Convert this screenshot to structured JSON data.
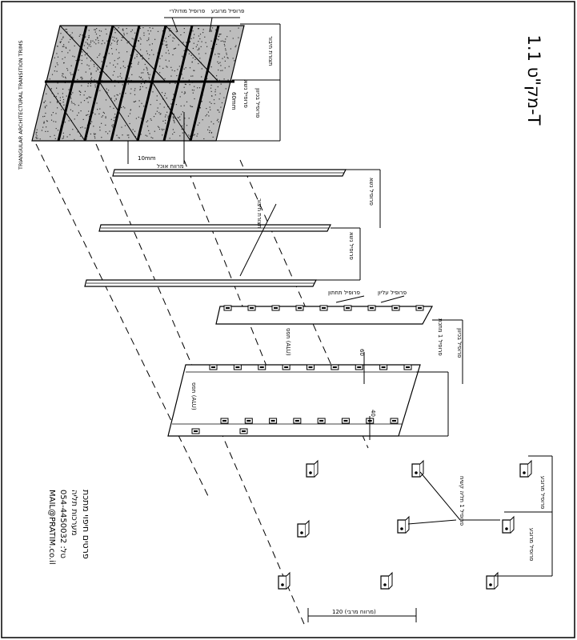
{
  "sheet": {
    "drawing_number": "מק\"ט 1.1-T",
    "company_lines": [
      "פרטים חיפוי מתכת",
      "מערכות תליה",
      "טל: 054-4450032",
      "MAIL@PRATIM.co.il"
    ]
  },
  "panel_assembly": {
    "header_left": "פרופיל מודולרי",
    "header_right": "פרופיל מרובע",
    "side_notes": [
      "תצורת חיבור",
      "פרופיל בכיוון",
      "פרופיל נשא"
    ],
    "top_note": "TRIANGULAR ARCHITECTURAL TRANSITION TRIMS",
    "spacing_note": "60mm",
    "gap_label": "10mm",
    "gap_note": "מרווח אוכל"
  },
  "rails": {
    "label_upper": "פרופיל נשא",
    "label_lower": "פרופיל נשא",
    "callout": "תצורת חיבור"
  },
  "carrier_grid": {
    "header_left": "פרופיל תחתון",
    "header_right": "פרופיל עליון",
    "callout_upper": "תפס (ALU)",
    "callout_lower": "תפס (ALU)",
    "side_note_1": "פרופיל 1 מתכת",
    "side_note_2": "פרופיל בכיוון",
    "dim_right": "60",
    "dim_left": "40"
  },
  "hangers": {
    "callout": "פרופיל 1 תליה קשיח",
    "label_right": "פרופיל מרובע",
    "label_center": "פרופיל מרובע"
  },
  "dimension_bottom": "120 (מרווח מרבי)"
}
